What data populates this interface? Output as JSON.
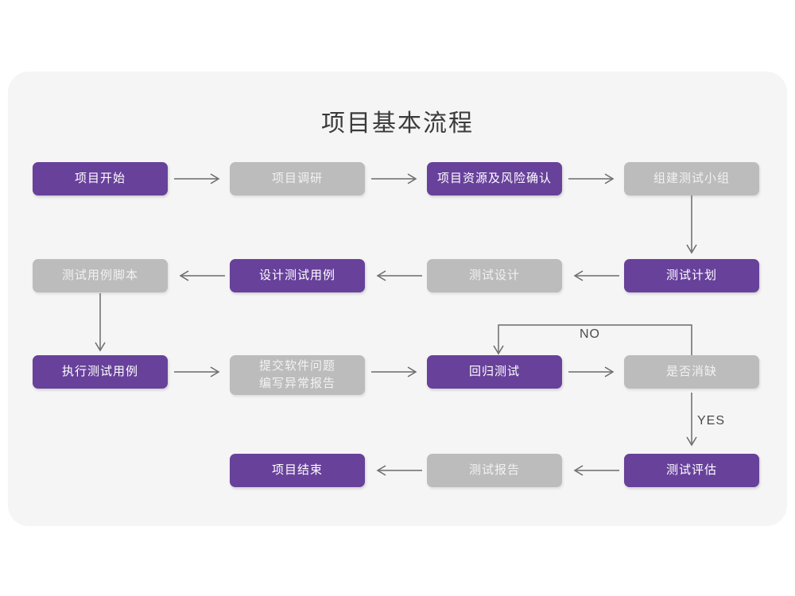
{
  "page": {
    "title": "项目基本流程",
    "card_background": "#f5f5f5",
    "page_background": "#ffffff"
  },
  "palette": {
    "purple": "#68419b",
    "gray": "#bcbcbc",
    "purple_text": "#ffffff",
    "gray_text": "#f2f2f2",
    "connector": "#6b6b6b",
    "title_text": "#3b3b3b"
  },
  "flow": {
    "row1": [
      {
        "id": "project-start",
        "label": "项目开始",
        "style": "purple"
      },
      {
        "id": "project-research",
        "label": "项目调研",
        "style": "gray"
      },
      {
        "id": "resource-risk-confirm",
        "label": "项目资源及风险确认",
        "style": "purple"
      },
      {
        "id": "build-test-team",
        "label": "组建测试小组",
        "style": "gray"
      }
    ],
    "row2": [
      {
        "id": "test-case-script",
        "label": "测试用例脚本",
        "style": "gray"
      },
      {
        "id": "design-test-case",
        "label": "设计测试用例",
        "style": "purple"
      },
      {
        "id": "test-design",
        "label": "测试设计",
        "style": "gray"
      },
      {
        "id": "test-plan",
        "label": "测试计划",
        "style": "purple"
      }
    ],
    "row3": [
      {
        "id": "execute-test-case",
        "label": "执行测试用例",
        "style": "purple"
      },
      {
        "id": "submit-issue-report",
        "label": "提交软件问题\n编写异常报告",
        "style": "gray"
      },
      {
        "id": "regression-test",
        "label": "回归测试",
        "style": "purple"
      },
      {
        "id": "defect-cleared",
        "label": "是否消缺",
        "style": "gray"
      }
    ],
    "row4": [
      {
        "id": "project-end",
        "label": "项目结束",
        "style": "purple"
      },
      {
        "id": "test-report",
        "label": "测试报告",
        "style": "gray"
      },
      {
        "id": "test-evaluation",
        "label": "测试评估",
        "style": "purple"
      }
    ]
  },
  "connector_labels": {
    "no": "NO",
    "yes": "YES"
  }
}
